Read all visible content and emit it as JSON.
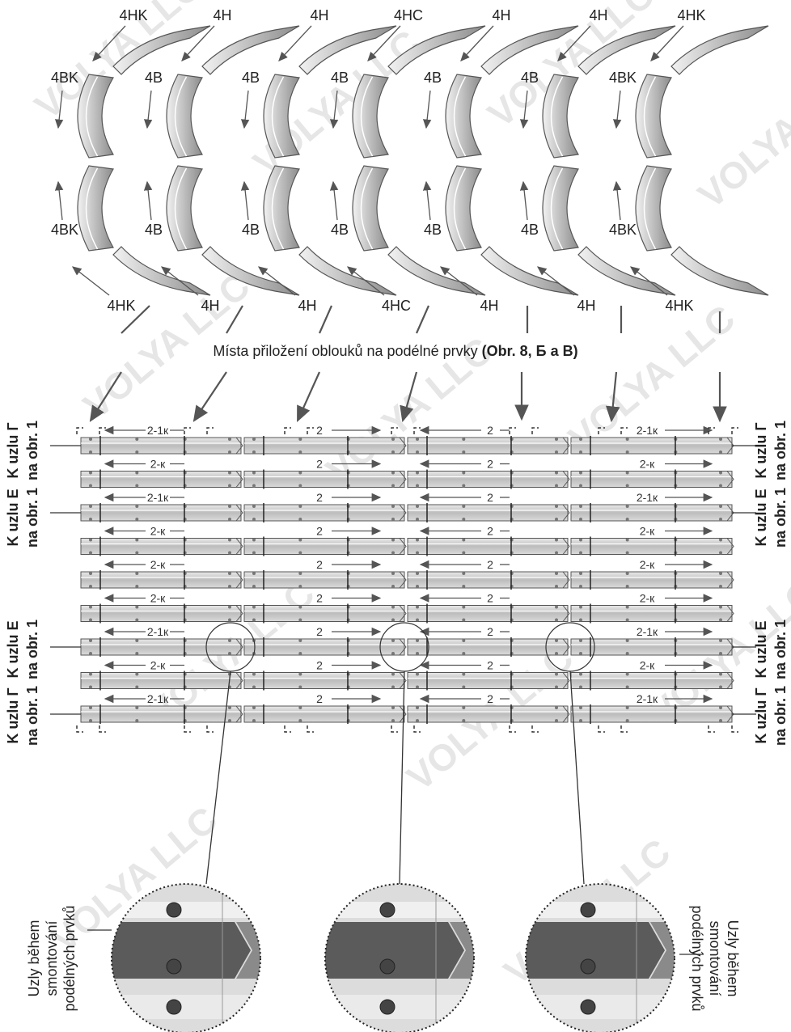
{
  "arc_labels": {
    "top": [
      "4HK",
      "4H",
      "4H",
      "4HC",
      "4H",
      "4H",
      "4HK"
    ],
    "upper_mid": [
      "4BK",
      "4B",
      "4B",
      "4B",
      "4B",
      "4B",
      "4BK"
    ],
    "lower_mid": [
      "4BK",
      "4B",
      "4B",
      "4B",
      "4B",
      "4B",
      "4BK"
    ],
    "bottom": [
      "4HK",
      "4H",
      "4H",
      "4HC",
      "4H",
      "4H",
      "4HK"
    ]
  },
  "caption": {
    "text": "Místa přiložení oblouků na podélné prvky ",
    "ref": "(Obr. 8, Б a B)"
  },
  "rows": [
    {
      "a": "2-1к",
      "b": "2",
      "c": "2",
      "d": "2-1к"
    },
    {
      "a": "2-к",
      "b": "2",
      "c": "2",
      "d": "2-к"
    },
    {
      "a": "2-1к",
      "b": "2",
      "c": "2",
      "d": "2-1к"
    },
    {
      "a": "2-к",
      "b": "2",
      "c": "2",
      "d": "2-к"
    },
    {
      "a": "2-к",
      "b": "2",
      "c": "2",
      "d": "2-к"
    },
    {
      "a": "2-к",
      "b": "2",
      "c": "2",
      "d": "2-к"
    },
    {
      "a": "2-1к",
      "b": "2",
      "c": "2",
      "d": "2-1к"
    },
    {
      "a": "2-к",
      "b": "2",
      "c": "2",
      "d": "2-к"
    },
    {
      "a": "2-1к",
      "b": "2",
      "c": "2",
      "d": "2-1к"
    }
  ],
  "side_labels": [
    {
      "line1": "K uzlu Г",
      "line2": "na obr. 1"
    },
    {
      "line1": "K uzlu E",
      "line2": "na obr. 1"
    },
    {
      "line1": "K uzlu E",
      "line2": "na obr. 1"
    },
    {
      "line1": "K uzlu Г",
      "line2": "na obr. 1"
    }
  ],
  "detail_label": {
    "line1": "Uzly během",
    "line2": "smontování",
    "line3": "podélných prvků"
  },
  "watermark": "VOLYA LLC",
  "colors": {
    "rail_fill": "#c9c9c9",
    "rail_light": "#ececec",
    "stroke": "#555555",
    "arc_dark": "#6d6d6d",
    "detail_dark": "#5b5b5b",
    "detail_light": "#dcdcdc"
  }
}
